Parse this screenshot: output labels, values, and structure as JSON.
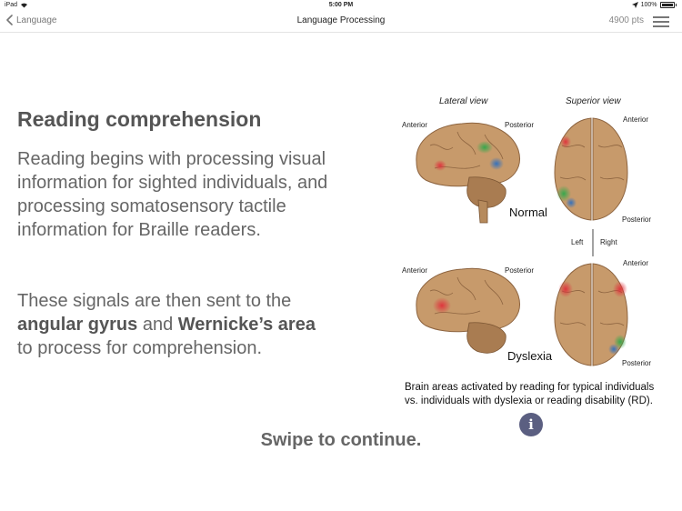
{
  "status_bar": {
    "device": "iPad",
    "time": "5:00 PM",
    "battery": "100%"
  },
  "nav": {
    "back_label": "Language",
    "title": "Language Processing",
    "points": "4900 pts"
  },
  "content": {
    "heading": "Reading comprehension",
    "paragraph1": "Reading begins with processing visual information for sighted individuals, and processing somatosensory tactile information for Braille readers.",
    "paragraph2": {
      "part1": "These signals are then sent to the ",
      "bold1": "angular gyrus",
      "part2": " and ",
      "bold2": "Wernicke’s area",
      "part3": " to process for comprehension."
    }
  },
  "figure": {
    "lateral_view": "Lateral view",
    "superior_view": "Superior view",
    "anterior": "Anterior",
    "posterior": "Posterior",
    "left": "Left",
    "right": "Right",
    "normal": "Normal",
    "dyslexia": "Dyslexia",
    "caption": "Brain areas activated by reading for typical individuals vs. individuals with dyslexia or reading disability (RD)."
  },
  "footer": {
    "swipe": "Swipe to continue."
  },
  "colors": {
    "activation_red": "#e0303a",
    "activation_green": "#2fa84a",
    "activation_blue": "#2d6fc0",
    "brain": "#c79a6b",
    "info_button": "#5b5f81"
  }
}
